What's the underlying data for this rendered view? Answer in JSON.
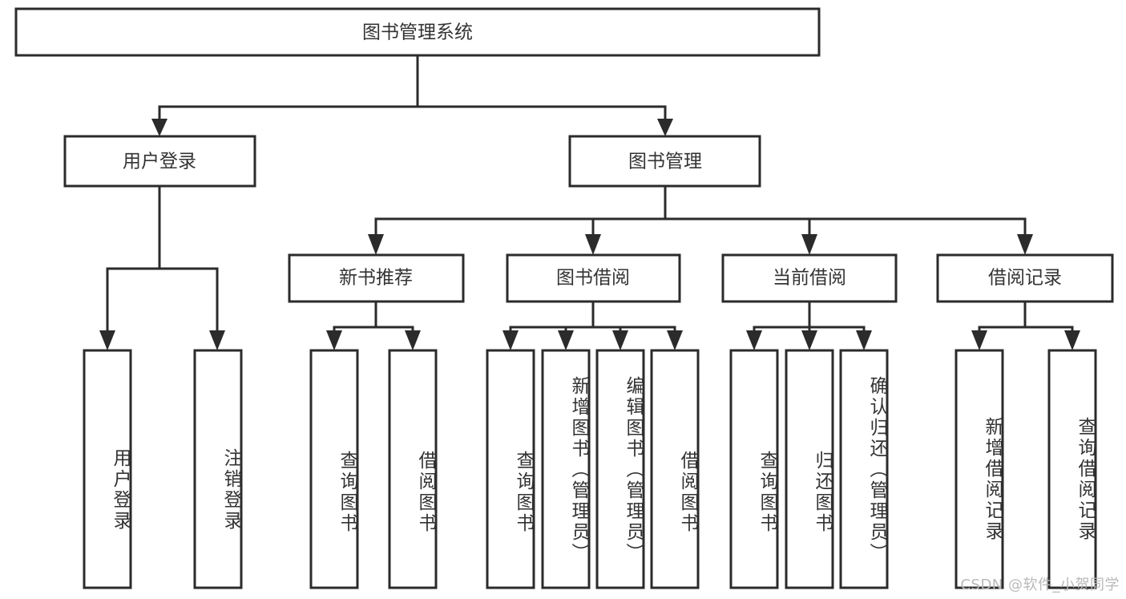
{
  "diagram": {
    "type": "tree-hierarchy-flowchart",
    "title_node": {
      "id": "root",
      "label": "图书管理系统"
    },
    "levels": [
      {
        "level": 1,
        "nodes": [
          {
            "id": "root",
            "label": "图书管理系统"
          }
        ]
      },
      {
        "level": 2,
        "nodes": [
          {
            "id": "user-login",
            "label": "用户登录",
            "parent": "root"
          },
          {
            "id": "book-manage",
            "label": "图书管理",
            "parent": "root"
          }
        ]
      },
      {
        "level": 3,
        "nodes": [
          {
            "id": "new-book-rec",
            "label": "新书推荐",
            "parent": "book-manage"
          },
          {
            "id": "book-borrow",
            "label": "图书借阅",
            "parent": "book-manage"
          },
          {
            "id": "current-borrow",
            "label": "当前借阅",
            "parent": "book-manage"
          },
          {
            "id": "borrow-record",
            "label": "借阅记录",
            "parent": "book-manage"
          }
        ]
      },
      {
        "level": 4,
        "nodes": [
          {
            "id": "leaf-1",
            "label": "用户登录",
            "parent": "user-login"
          },
          {
            "id": "leaf-2",
            "label": "注销登录",
            "parent": "user-login"
          },
          {
            "id": "leaf-3",
            "label": "查询图书",
            "parent": "new-book-rec"
          },
          {
            "id": "leaf-4",
            "label": "借阅图书",
            "parent": "new-book-rec"
          },
          {
            "id": "leaf-5",
            "label": "查询图书",
            "parent": "book-borrow"
          },
          {
            "id": "leaf-6",
            "label": "新增图书（管理员）",
            "parent": "book-borrow"
          },
          {
            "id": "leaf-7",
            "label": "编辑图书（管理员）",
            "parent": "book-borrow"
          },
          {
            "id": "leaf-8",
            "label": "借阅图书",
            "parent": "book-borrow"
          },
          {
            "id": "leaf-9",
            "label": "查询图书",
            "parent": "current-borrow"
          },
          {
            "id": "leaf-10",
            "label": "归还图书",
            "parent": "current-borrow"
          },
          {
            "id": "leaf-11",
            "label": "确认归还（管理员）",
            "parent": "current-borrow"
          },
          {
            "id": "leaf-12",
            "label": "新增借阅记录",
            "parent": "borrow-record"
          },
          {
            "id": "leaf-13",
            "label": "查询借阅记录",
            "parent": "borrow-record"
          }
        ]
      }
    ]
  },
  "nodes": {
    "root": "图书管理系统",
    "user_login": "用户登录",
    "book_manage": "图书管理",
    "new_book_rec": "新书推荐",
    "book_borrow": "图书借阅",
    "current_borrow": "当前借阅",
    "borrow_record": "借阅记录",
    "leaf_1": "用户登录",
    "leaf_2": "注销登录",
    "leaf_3": "查询图书",
    "leaf_4": "借阅图书",
    "leaf_5": "查询图书",
    "leaf_6": "新增图书（管理员）",
    "leaf_7": "编辑图书（管理员）",
    "leaf_8": "借阅图书",
    "leaf_9": "查询图书",
    "leaf_10": "归还图书",
    "leaf_11": "确认归还（管理员）",
    "leaf_12": "新增借阅记录",
    "leaf_13": "查询借阅记录"
  },
  "watermark": {
    "text": "CSDN @软件_小贺同学"
  },
  "colors": {
    "stroke": "#2b2b2b",
    "fill": "#ffffff",
    "text": "#333333",
    "watermark": "#b9b9b9",
    "background": "#ffffff"
  }
}
